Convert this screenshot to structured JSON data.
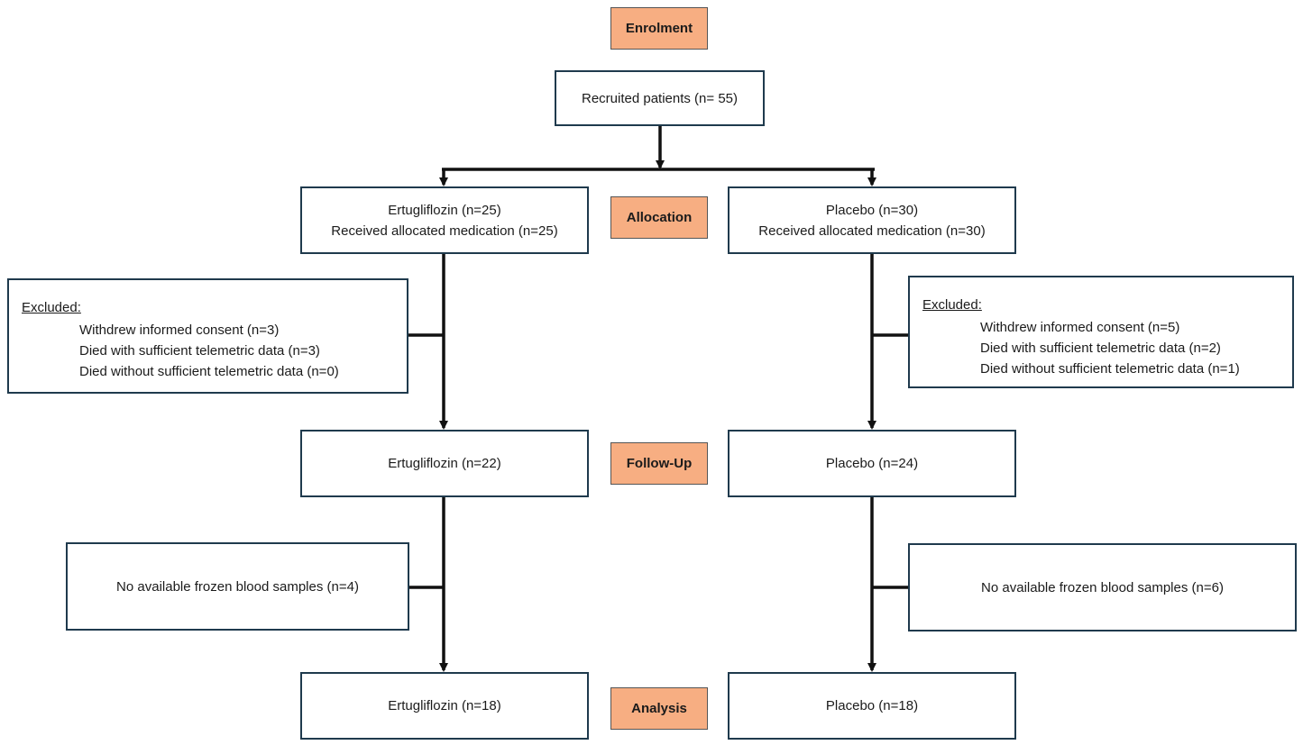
{
  "stages": {
    "enrolment": "Enrolment",
    "allocation": "Allocation",
    "follow_up": "Follow-Up",
    "analysis": "Analysis"
  },
  "recruited": "Recruited patients (n= 55)",
  "left": {
    "allocation_line1": "Ertugliflozin (n=25)",
    "allocation_line2": "Received allocated medication (n=25)",
    "excluded_title": "Excluded:",
    "excluded_items": [
      "Withdrew informed consent (n=3)",
      "Died with sufficient telemetric data (n=3)",
      "Died without sufficient telemetric data (n=0)"
    ],
    "follow_up": "Ertugliflozin (n=22)",
    "no_samples": "No available frozen blood samples (n=4)",
    "analysis": "Ertugliflozin (n=18)"
  },
  "right": {
    "allocation_line1": "Placebo (n=30)",
    "allocation_line2": "Received allocated medication (n=30)",
    "excluded_title": "Excluded:",
    "excluded_items": [
      "Withdrew informed consent (n=5)",
      "Died with sufficient telemetric data (n=2)",
      "Died without sufficient telemetric data (n=1)"
    ],
    "follow_up": "Placebo (n=24)",
    "no_samples": "No available frozen blood samples (n=6)",
    "analysis": "Placebo (n=18)"
  },
  "colors": {
    "stage_fill": "#f7ae82",
    "box_border": "#1f3a4d",
    "connector": "#111111"
  }
}
